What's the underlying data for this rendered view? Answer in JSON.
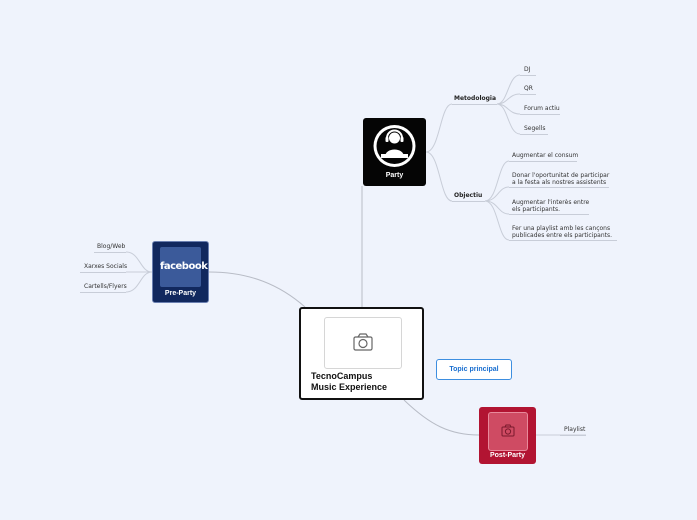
{
  "central": {
    "title": "TecnoCampus\nMusic Experience",
    "icon": "camera-icon"
  },
  "party": {
    "label": "Party",
    "icon": "dj-icon",
    "branches": [
      {
        "label": "Metodologia",
        "children": [
          "DJ",
          "QR",
          "Forum actiu",
          "Segells"
        ]
      },
      {
        "label": "Objectiu",
        "children": [
          "Augmentar el consum",
          "Donar l'oportunitat de participar\na la festa als nostres assistents",
          "Augmentar l'interès entre\nels participants.",
          "Fer una playlist amb les cançons\npublicades entre els participants."
        ]
      }
    ]
  },
  "pre_party": {
    "label": "Pre-Party",
    "logo_text": "facebook",
    "children": [
      "Blog/Web",
      "Xarxes Socials",
      "Cartells/Flyers"
    ]
  },
  "topic": {
    "label": "Topic principal"
  },
  "post_party": {
    "label": "Post-Party",
    "icon": "camera-icon",
    "children": [
      "Playlist"
    ]
  },
  "colors": {
    "background": "#eff3fc",
    "party": "#050505",
    "pre_party": "#11285e",
    "post_party": "#b21432",
    "topic_border": "#3d8ee0"
  }
}
